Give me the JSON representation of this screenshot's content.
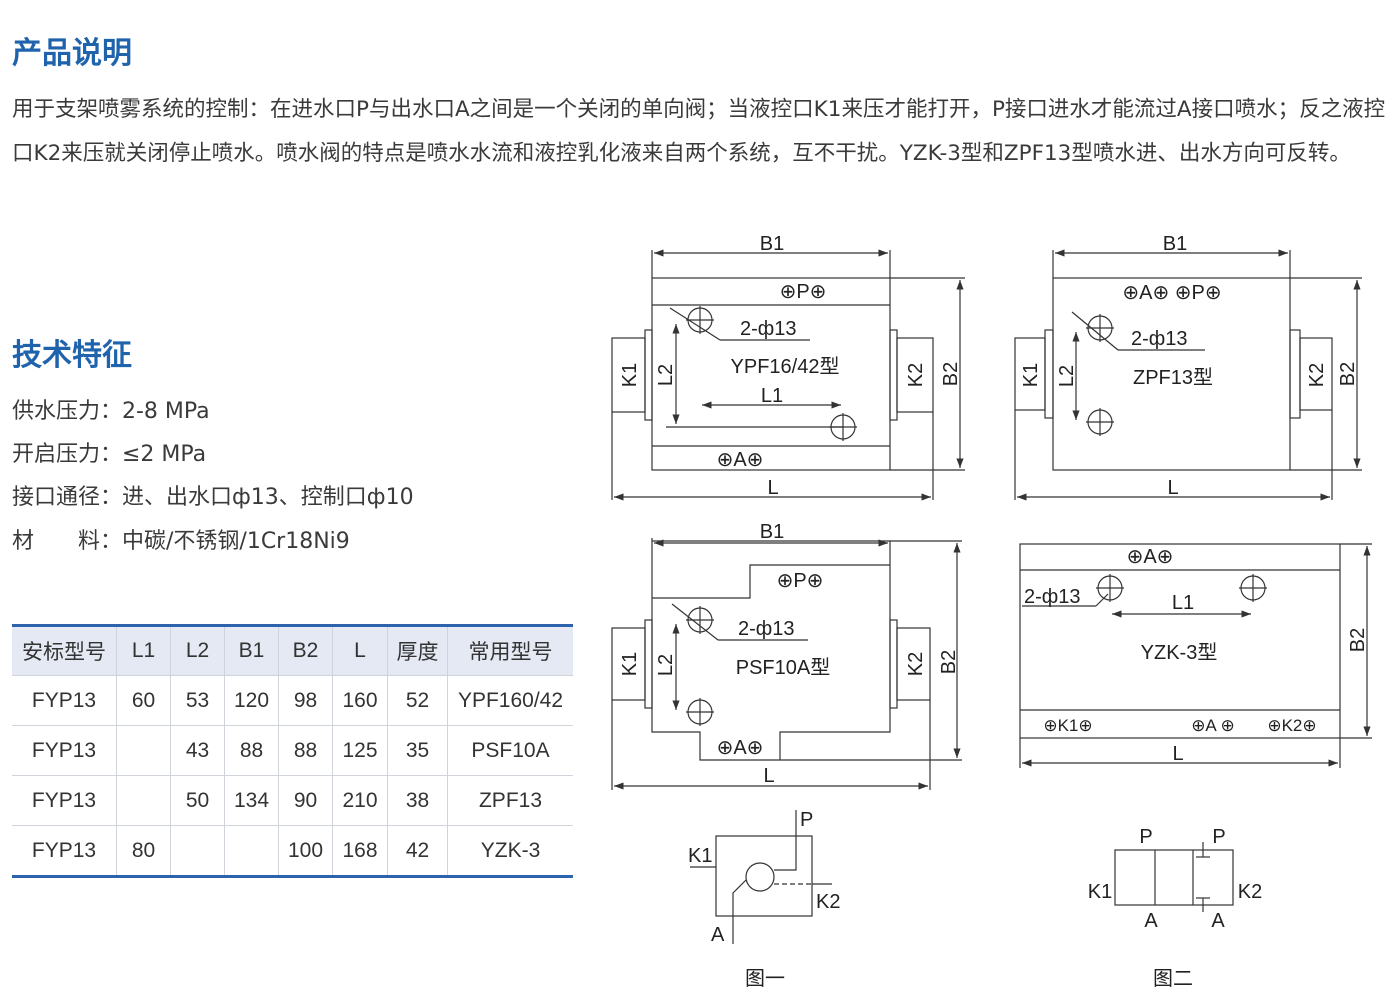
{
  "intro": {
    "title": "产品说明",
    "text": "用于支架喷雾系统的控制：在进水口P与出水口A之间是一个关闭的单向阀；当液控口K1来压才能打开，P接口进水才能流过A接口喷水；反之液控口K2来压就关闭停止喷水。喷水阀的特点是喷水水流和液控乳化液来自两个系统，互不干扰。YZK-3型和ZPF13型喷水进、出水方向可反转。"
  },
  "features": {
    "title": "技术特征",
    "items": [
      "供水压力：2-8 MPa",
      "开启压力：≤2 MPa",
      "接口通径：进、出水口ф13、控制口ф10",
      "材　　料：中碳/不锈钢/1Cr18Ni9"
    ]
  },
  "table": {
    "headers": [
      "安标型号",
      "L1",
      "L2",
      "B1",
      "B2",
      "L",
      "厚度",
      "常用型号"
    ],
    "rows": [
      [
        "FYP13",
        "60",
        "53",
        "120",
        "98",
        "160",
        "52",
        "YPF160/42"
      ],
      [
        "FYP13",
        "",
        "43",
        "88",
        "88",
        "125",
        "35",
        "PSF10A"
      ],
      [
        "FYP13",
        "",
        "50",
        "134",
        "90",
        "210",
        "38",
        "ZPF13"
      ],
      [
        "FYP13",
        "80",
        "",
        "",
        "100",
        "168",
        "42",
        "YZK-3"
      ]
    ]
  },
  "diagrams": {
    "d1": {
      "b1": "B1",
      "b2": "B2",
      "l": "L",
      "l1": "L1",
      "l2": "L2",
      "k1": "K1",
      "k2": "K2",
      "hole": "2-ф13",
      "model": "YPF16/42型",
      "p": "⊕P⊕",
      "a": "⊕A⊕"
    },
    "d2": {
      "b1": "B1",
      "b2": "B2",
      "l": "L",
      "l2": "L2",
      "k1": "K1",
      "k2": "K2",
      "hole": "2-ф13",
      "model": "ZPF13型",
      "pa": "⊕A⊕ ⊕P⊕"
    },
    "d3": {
      "b1": "B1",
      "b2": "B2",
      "l": "L",
      "l2": "L2",
      "k1": "K1",
      "k2": "K2",
      "hole": "2-ф13",
      "model": "PSF10A型",
      "p": "⊕P⊕",
      "a": "⊕A⊕"
    },
    "d4": {
      "b2": "B2",
      "l": "L",
      "l1": "L1",
      "hole": "2-ф13",
      "model": "YZK-3型",
      "a_top": "⊕A⊕",
      "k1": "⊕K1⊕",
      "a": "⊕A ⊕",
      "k2": "⊕K2⊕"
    },
    "s1": {
      "p": "P",
      "k1": "K1",
      "k2": "K2",
      "a": "A",
      "caption": "图一"
    },
    "s2": {
      "p1": "P",
      "p2": "P",
      "k1": "K1",
      "k2": "K2",
      "a1": "A",
      "a2": "A",
      "caption": "图二"
    }
  }
}
